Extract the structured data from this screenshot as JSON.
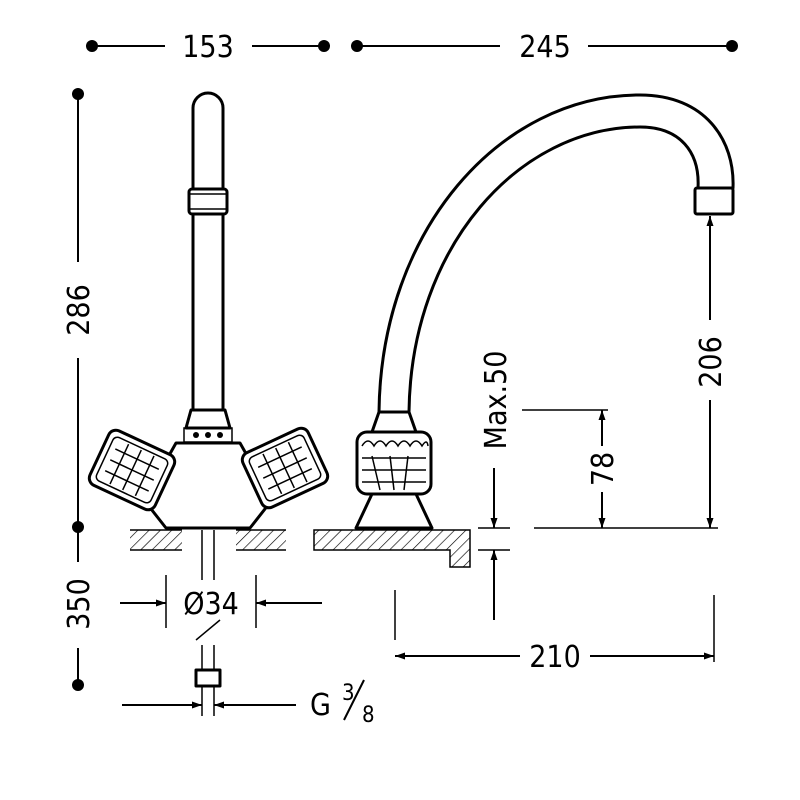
{
  "dimensions": {
    "side_width": "153",
    "spout_reach": "245",
    "total_height": "286",
    "below_deck": "350",
    "diameter": "Ø34",
    "thread_prefix": "G",
    "thread_num": "3",
    "thread_den": "8",
    "max_deck": "Max.50",
    "handle_height": "78",
    "spout_height": "206",
    "spout_projection": "210"
  }
}
